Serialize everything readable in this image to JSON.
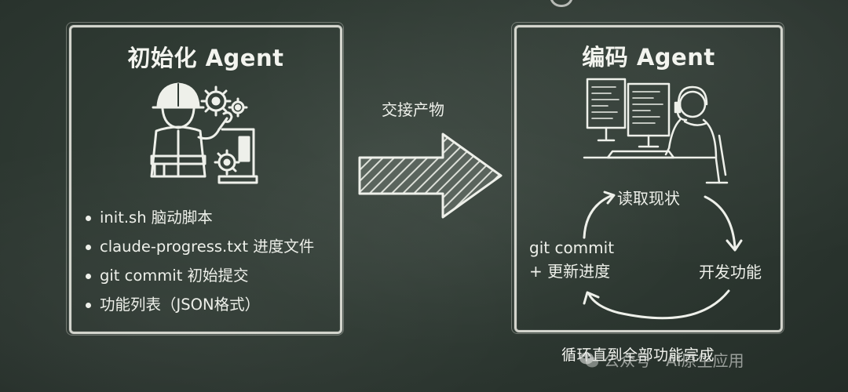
{
  "left_panel": {
    "title": "初始化 Agent",
    "items": [
      "init.sh 脑动脚本",
      "claude-progress.txt 进度文件",
      "git commit 初始提交",
      "功能列表（JSON格式）"
    ],
    "illustration_icon": "worker-gears-icon"
  },
  "handoff": {
    "label": "交接产物",
    "icon": "right-arrow-icon"
  },
  "right_panel": {
    "title": "编码 Agent",
    "illustration_icon": "developer-computer-icon",
    "cycle": {
      "read": "读取现状",
      "develop": "开发功能",
      "commit_line1": "git commit",
      "commit_line2": "+ 更新进度"
    }
  },
  "loop_caption": "循环直到全部功能完成",
  "watermark": {
    "text": "公众号 · AI原生应用",
    "icon": "wechat-icon"
  },
  "colors": {
    "board": "#2f3a33",
    "chalk": "#eef0ea"
  }
}
